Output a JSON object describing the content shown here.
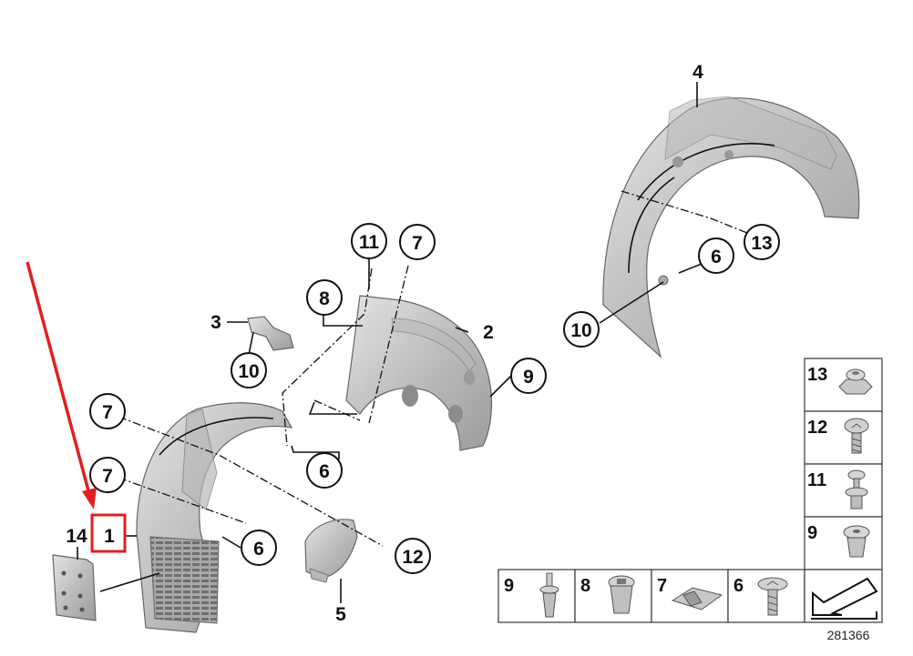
{
  "callouts": {
    "c1": "1",
    "c2": "2",
    "c3": "3",
    "c4": "4",
    "c5": "5",
    "c6a": "6",
    "c6b": "6",
    "c6c": "6",
    "c7a": "7",
    "c7b": "7",
    "c7c": "7",
    "c8": "8",
    "c9": "9",
    "c10a": "10",
    "c10b": "10",
    "c11": "11",
    "c12": "12",
    "c13": "13",
    "c14": "14"
  },
  "legend_side": [
    {
      "label": "13",
      "icon": "nut-icon"
    },
    {
      "label": "12",
      "icon": "screw-icon"
    },
    {
      "label": "11",
      "icon": "expanding-rivet-icon"
    },
    {
      "label": "9",
      "icon": "clip-nut-icon"
    }
  ],
  "legend_bottom": [
    {
      "label": "9",
      "icon": "push-rivet-icon"
    },
    {
      "label": "8",
      "icon": "plastic-nut-icon"
    },
    {
      "label": "7",
      "icon": "spring-clip-icon"
    },
    {
      "label": "6",
      "icon": "flange-screw-icon"
    }
  ],
  "catalog_number": "281366",
  "colors": {
    "highlight": "#e02020",
    "part_fill": "#c4c4c4",
    "line": "#111111"
  }
}
